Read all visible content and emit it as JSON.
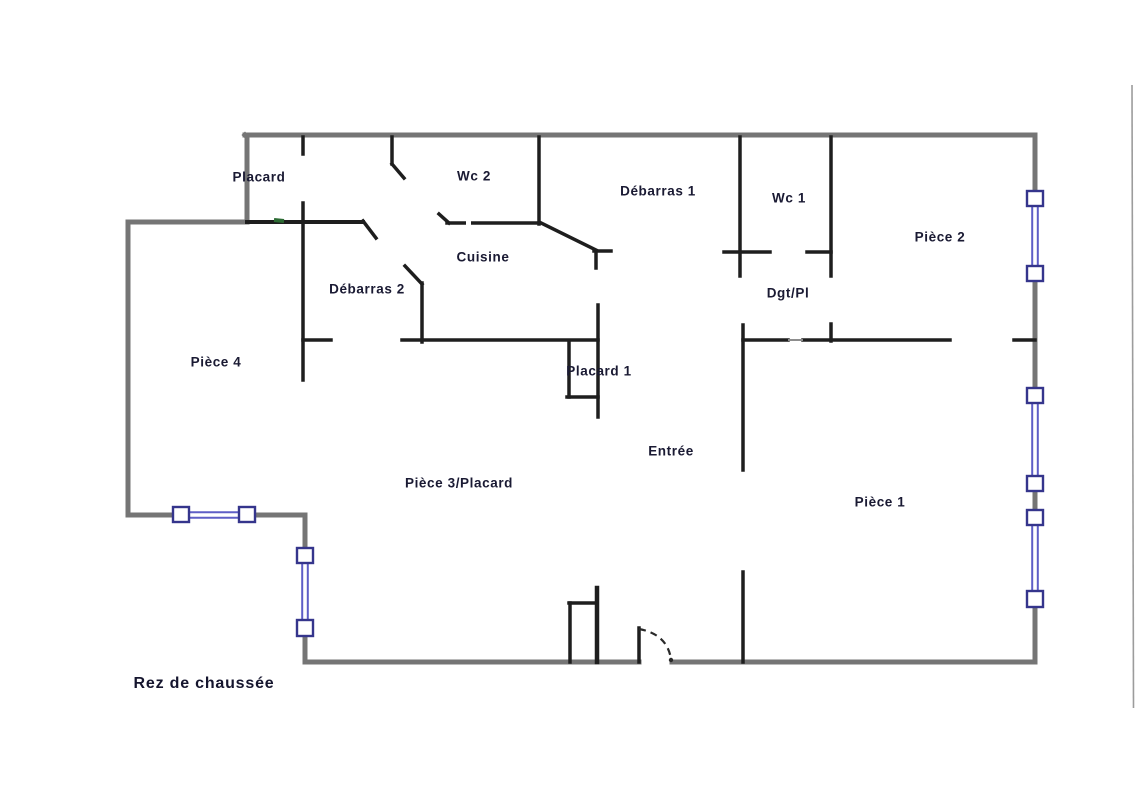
{
  "plan": {
    "title": "Rez de chaussée",
    "floor_type": "floor-plan",
    "rooms": [
      {
        "id": "placard",
        "label": "Placard"
      },
      {
        "id": "wc2",
        "label": "Wc 2"
      },
      {
        "id": "debarras1",
        "label": "Débarras 1"
      },
      {
        "id": "wc1",
        "label": "Wc 1"
      },
      {
        "id": "piece2",
        "label": "Pièce 2"
      },
      {
        "id": "cuisine",
        "label": "Cuisine"
      },
      {
        "id": "debarras2",
        "label": "Débarras 2"
      },
      {
        "id": "dgtpl",
        "label": "Dgt/Pl"
      },
      {
        "id": "piece4",
        "label": "Pièce 4"
      },
      {
        "id": "placard1",
        "label": "Placard 1"
      },
      {
        "id": "entree",
        "label": "Entrée"
      },
      {
        "id": "piece3",
        "label": "Pièce 3/Placard"
      },
      {
        "id": "piece1",
        "label": "Pièce 1"
      }
    ],
    "colors": {
      "outer_wall": "#757575",
      "inner_wall": "#1e1e1e",
      "window_line": "#5e5ec6",
      "window_frame": "#35358c",
      "label_text": "#1a1a33",
      "scan_artifact": "#9c9c9c",
      "green_mark": "#2c6b33",
      "background": "#ffffff"
    }
  }
}
